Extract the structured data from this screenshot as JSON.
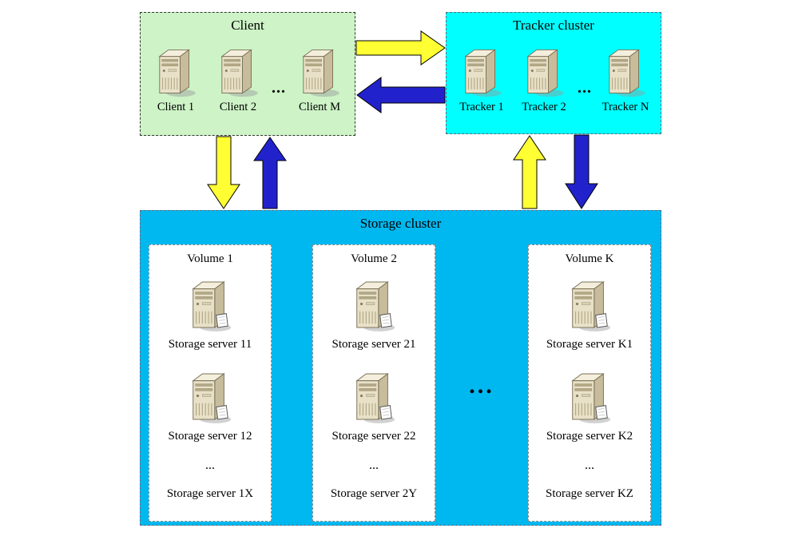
{
  "diagram": {
    "client_cluster": {
      "title": "Client",
      "ellipsis": "...",
      "nodes": [
        {
          "label": "Client 1"
        },
        {
          "label": "Client 2"
        },
        {
          "label": "Client M"
        }
      ]
    },
    "tracker_cluster": {
      "title": "Tracker cluster",
      "ellipsis": "...",
      "nodes": [
        {
          "label": "Tracker 1"
        },
        {
          "label": "Tracker 2"
        },
        {
          "label": "Tracker N"
        }
      ]
    },
    "storage_cluster": {
      "title": "Storage cluster",
      "ellipsis": "...",
      "volumes": [
        {
          "title": "Volume 1",
          "servers": [
            {
              "label": "Storage server 11"
            },
            {
              "label": "Storage server 12"
            }
          ],
          "ellipsis": "...",
          "more_label": "Storage server 1X"
        },
        {
          "title": "Volume 2",
          "servers": [
            {
              "label": "Storage server 21"
            },
            {
              "label": "Storage server 22"
            }
          ],
          "ellipsis": "...",
          "more_label": "Storage server 2Y"
        },
        {
          "title": "Volume K",
          "servers": [
            {
              "label": "Storage server K1"
            },
            {
              "label": "Storage server K2"
            }
          ],
          "ellipsis": "...",
          "more_label": "Storage server KZ"
        }
      ]
    },
    "colors": {
      "client_bg": "#CDF3C6",
      "tracker_bg": "#00FFFF",
      "storage_bg": "#00B8F0",
      "arrow_yellow": "#FFFF33",
      "arrow_blue": "#2222CC"
    }
  }
}
